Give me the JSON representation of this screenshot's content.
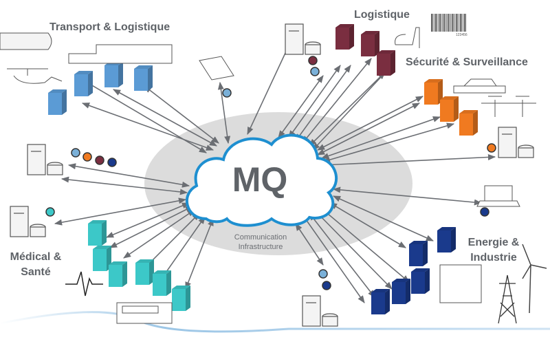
{
  "center": {
    "title": "MQ",
    "subtitle_line1": "Communication",
    "subtitle_line2": "Infrastructure"
  },
  "groups": {
    "transport": {
      "label": "Transport & Logistique",
      "color": "#5b9bd5"
    },
    "logistique": {
      "label": "Logistique",
      "color": "#7a2e40",
      "barcode_number": "123456"
    },
    "securite": {
      "label": "Sécurité & Surveillance",
      "color": "#f07a20"
    },
    "medical": {
      "label_line1": "Médical &",
      "label_line2": "Santé",
      "color": "#3cc8c8"
    },
    "energie": {
      "label_line1": "Energie &",
      "label_line2": "Industrie",
      "color": "#1a3a8c"
    }
  },
  "colors": {
    "cloud_stroke": "#1e8fd0",
    "ellipse": "#dcdcdc",
    "arrow": "#6b6e73",
    "text": "#5f6368"
  }
}
